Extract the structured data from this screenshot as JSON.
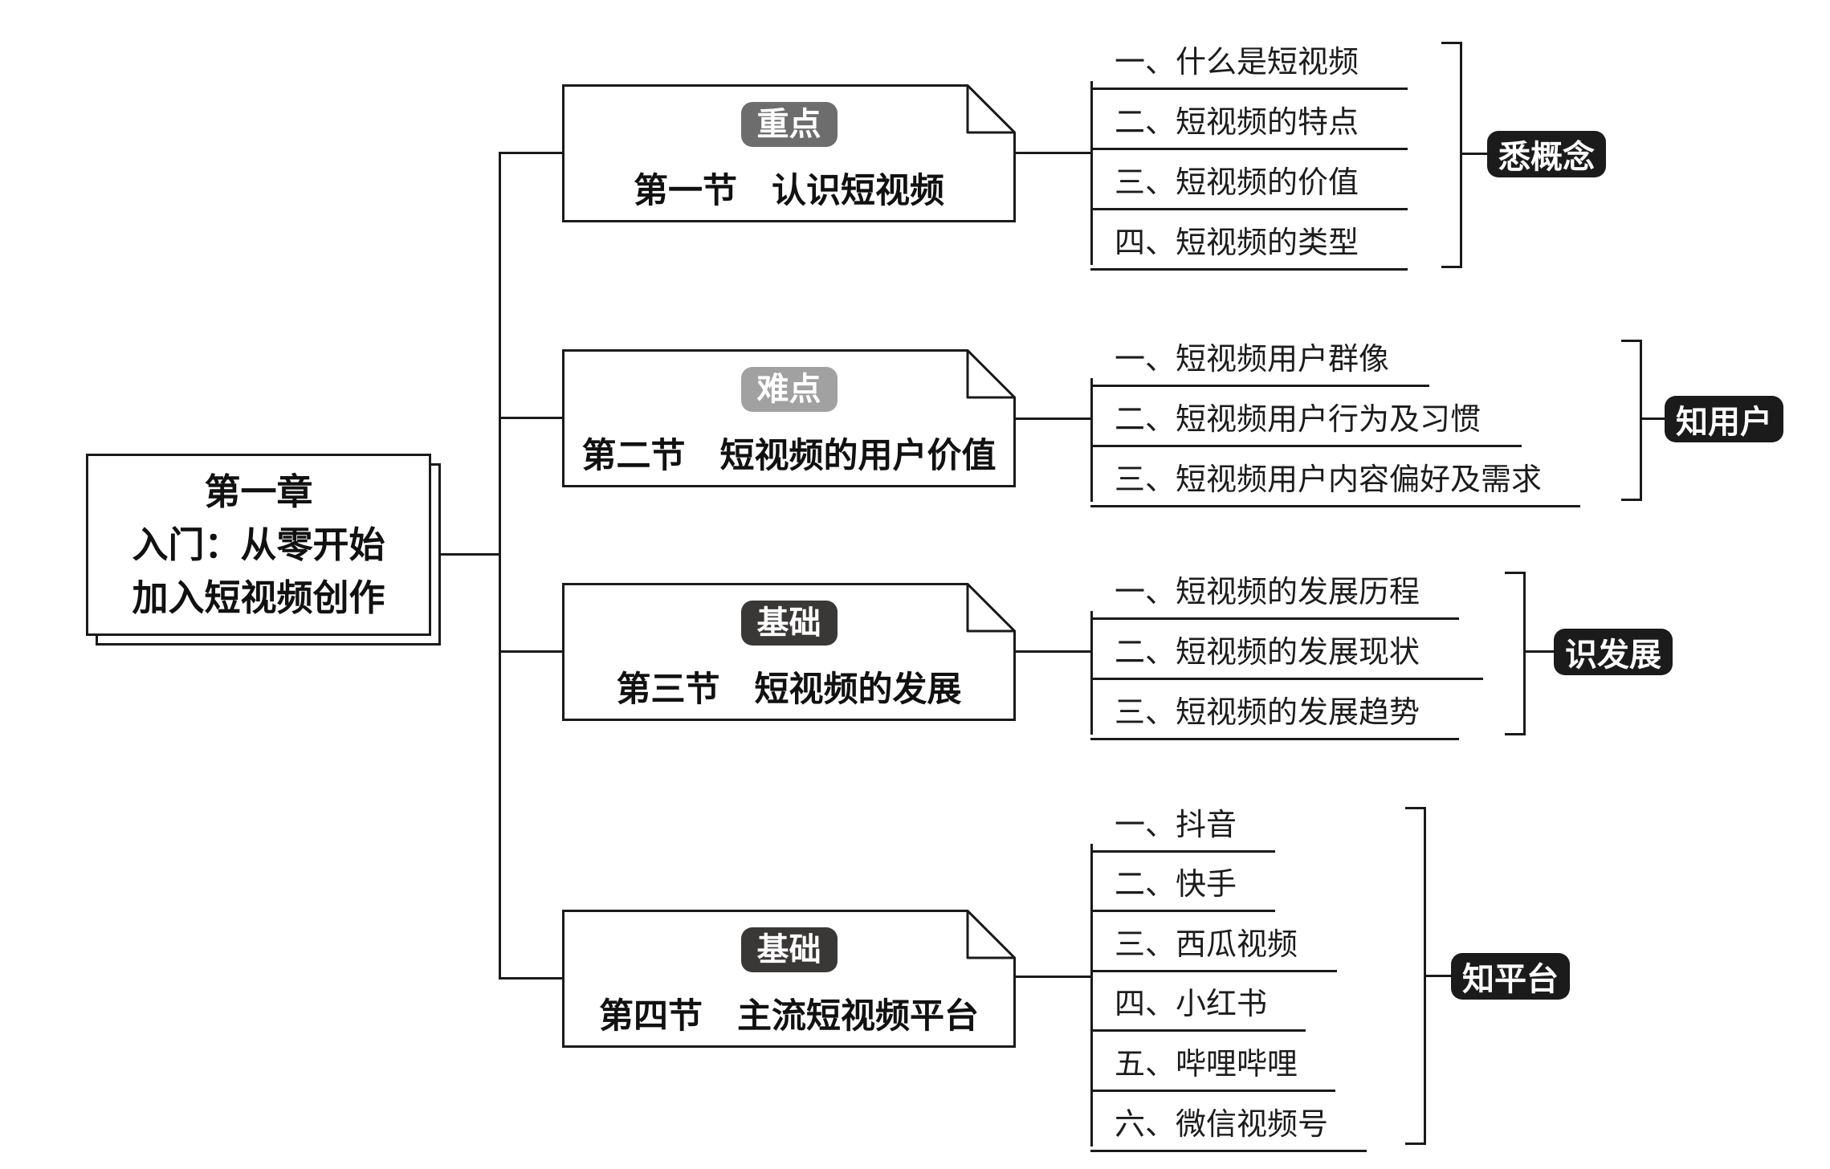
{
  "chapter": {
    "lines": [
      "第一章",
      "入门：从零开始",
      "加入短视频创作"
    ]
  },
  "sections": [
    {
      "tag": "重点",
      "tag_color": "#6d6d6d",
      "title": "第一节　认识短视频",
      "items": [
        "一、什么是短视频",
        "二、短视频的特点",
        "三、短视频的价值",
        "四、短视频的类型"
      ],
      "takeaway": "悉概念"
    },
    {
      "tag": "难点",
      "tag_color": "#a1a1a1",
      "title": "第二节　短视频的用户价值",
      "items": [
        "一、短视频用户群像",
        "二、短视频用户行为及习惯",
        "三、短视频用户内容偏好及需求"
      ],
      "takeaway": "知用户"
    },
    {
      "tag": "基础",
      "tag_color": "#3a3837",
      "title": "第三节　短视频的发展",
      "items": [
        "一、短视频的发展历程",
        "二、短视频的发展现状",
        "三、短视频的发展趋势"
      ],
      "takeaway": "识发展"
    },
    {
      "tag": "基础",
      "tag_color": "#3a3837",
      "title": "第四节　主流短视频平台",
      "items": [
        "一、抖音",
        "二、快手",
        "三、西瓜视频",
        "四、小红书",
        "五、哔哩哔哩",
        "六、微信视频号"
      ],
      "takeaway": "知平台"
    }
  ],
  "colors": {
    "line": "#1a1a1a",
    "takeaway_bg": "#1b1b1b",
    "takeaway_text": "#ffffff"
  }
}
